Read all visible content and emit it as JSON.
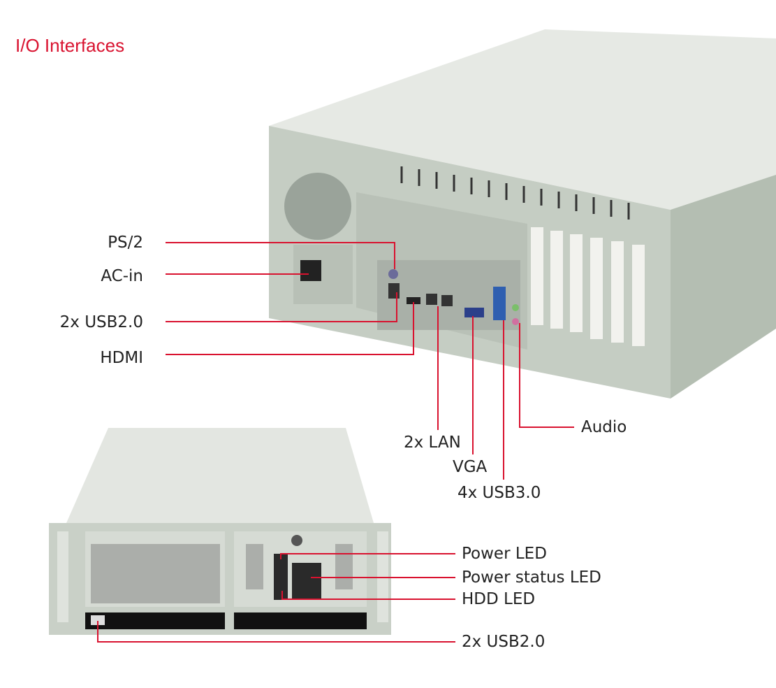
{
  "title": "I/O Interfaces",
  "colors": {
    "accent": "#d9122f",
    "chassis_top": "#e6e9e4",
    "chassis_panel": "#c5cdc3",
    "chassis_side": "#b4beb2"
  },
  "rear_labels": {
    "ps2": "PS/2",
    "ac_in": "AC-in",
    "usb2": "2x USB2.0",
    "hdmi": "HDMI",
    "lan": "2x LAN",
    "vga": "VGA",
    "usb3": "4x USB3.0",
    "audio": "Audio"
  },
  "front_labels": {
    "power_led": "Power LED",
    "power_status_led": "Power status LED",
    "hdd_led": "HDD LED",
    "usb2": "2x USB2.0"
  }
}
